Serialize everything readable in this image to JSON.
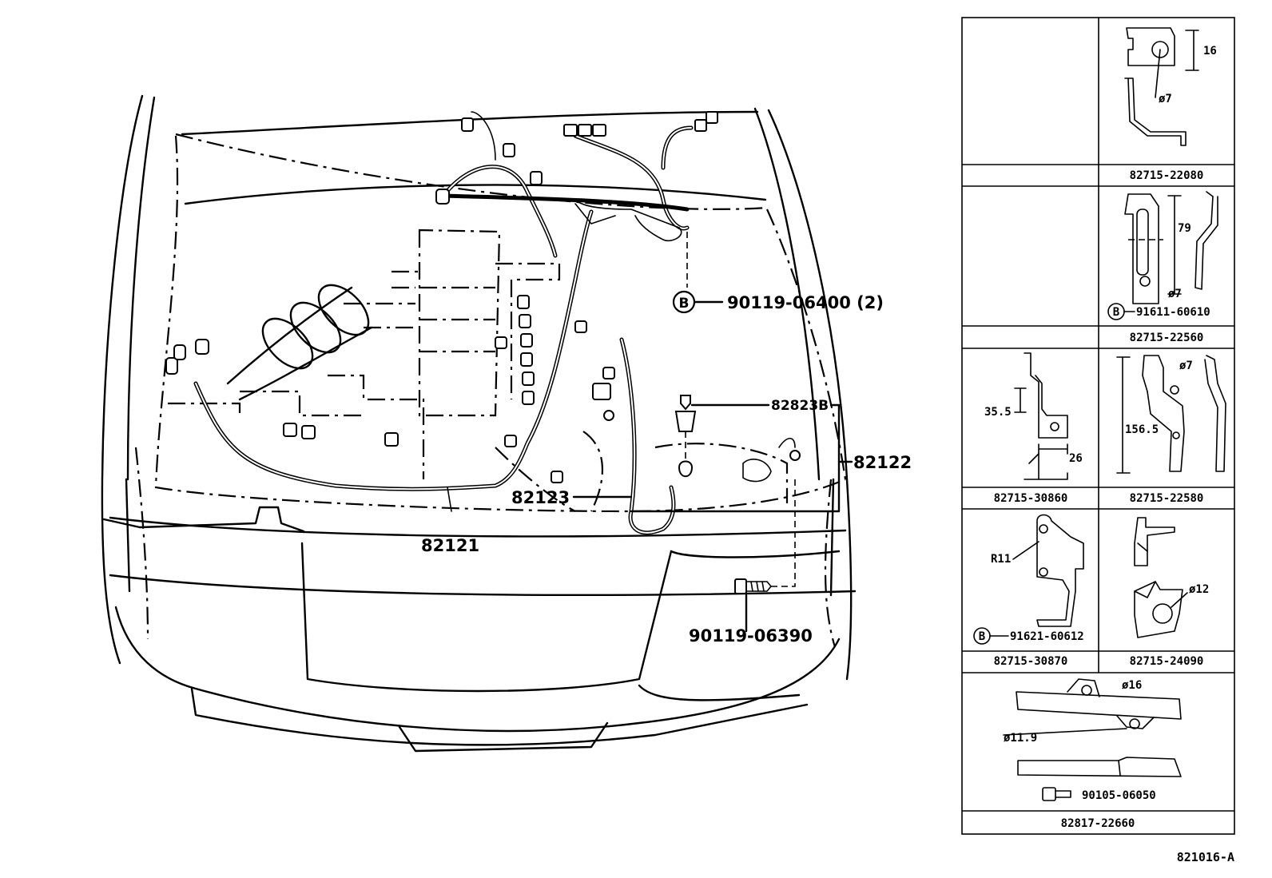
{
  "main_diagram": {
    "callouts": {
      "bolt_top": "90119-06400 (2)",
      "clamp": "82823B",
      "bracket_group": "82122",
      "sub_harness": "82123",
      "main_harness": "82121",
      "bolt_bottom": "90119-06390"
    },
    "bolt_symbol": "B"
  },
  "parts_table": {
    "cells": [
      {
        "part": "82715-22080",
        "dims": [
          "16",
          "ø7"
        ]
      },
      {
        "part": "82715-22560",
        "dims": [
          "79",
          "ø7"
        ],
        "bolt": "91611-60610"
      },
      {
        "part": "82715-30860",
        "dims": [
          "35.5",
          "26"
        ]
      },
      {
        "part": "82715-22580",
        "dims": [
          "156.5",
          "ø7"
        ]
      },
      {
        "part": "82715-30870",
        "dims": [
          "R11"
        ],
        "bolt": "91621-60612"
      },
      {
        "part": "82715-24090",
        "dims": [
          "ø12"
        ]
      },
      {
        "part": "82817-22660",
        "dims": [
          "ø16",
          "ø11.9"
        ],
        "bolt": "90105-06050"
      }
    ],
    "bolt_symbol": "B"
  },
  "figure_code": "821016-A"
}
